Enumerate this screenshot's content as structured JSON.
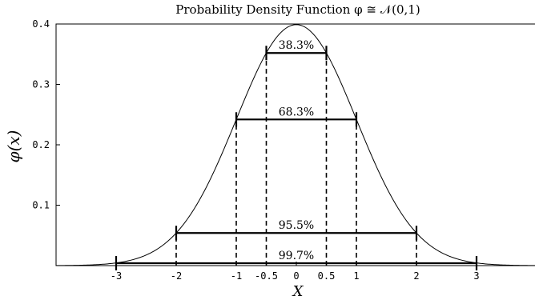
{
  "chart_data": {
    "type": "line",
    "title": "Probability Density Function φ ≅ 𝒩(0,1)",
    "xlabel": "X",
    "ylabel": "φ(x)",
    "xlim": [
      -4,
      4
    ],
    "ylim": [
      0,
      0.4
    ],
    "grid": false,
    "x_ticks": [
      "-3",
      "-2",
      "-1",
      "-0.5",
      "0",
      "0.5",
      "1",
      "2",
      "3"
    ],
    "x_tick_values": [
      -3,
      -2,
      -1,
      -0.5,
      0,
      0.5,
      1,
      2,
      3
    ],
    "y_ticks": [
      "0.1",
      "0.2",
      "0.3",
      "0.4"
    ],
    "y_tick_values": [
      0.1,
      0.2,
      0.3,
      0.4
    ],
    "series": [
      {
        "function": "standard normal density",
        "mean": 0,
        "std": 1
      }
    ],
    "intervals": [
      {
        "from": -0.5,
        "to": 0.5,
        "y": 0.352,
        "label": "38.3%"
      },
      {
        "from": -1,
        "to": 1,
        "y": 0.242,
        "label": "68.3%"
      },
      {
        "from": -2,
        "to": 2,
        "y": 0.054,
        "label": "95.5%"
      },
      {
        "from": -3,
        "to": 3,
        "y": 0.004,
        "label": "99.7%"
      }
    ],
    "colors": {
      "line": "#000000",
      "background": "#ffffff"
    }
  }
}
